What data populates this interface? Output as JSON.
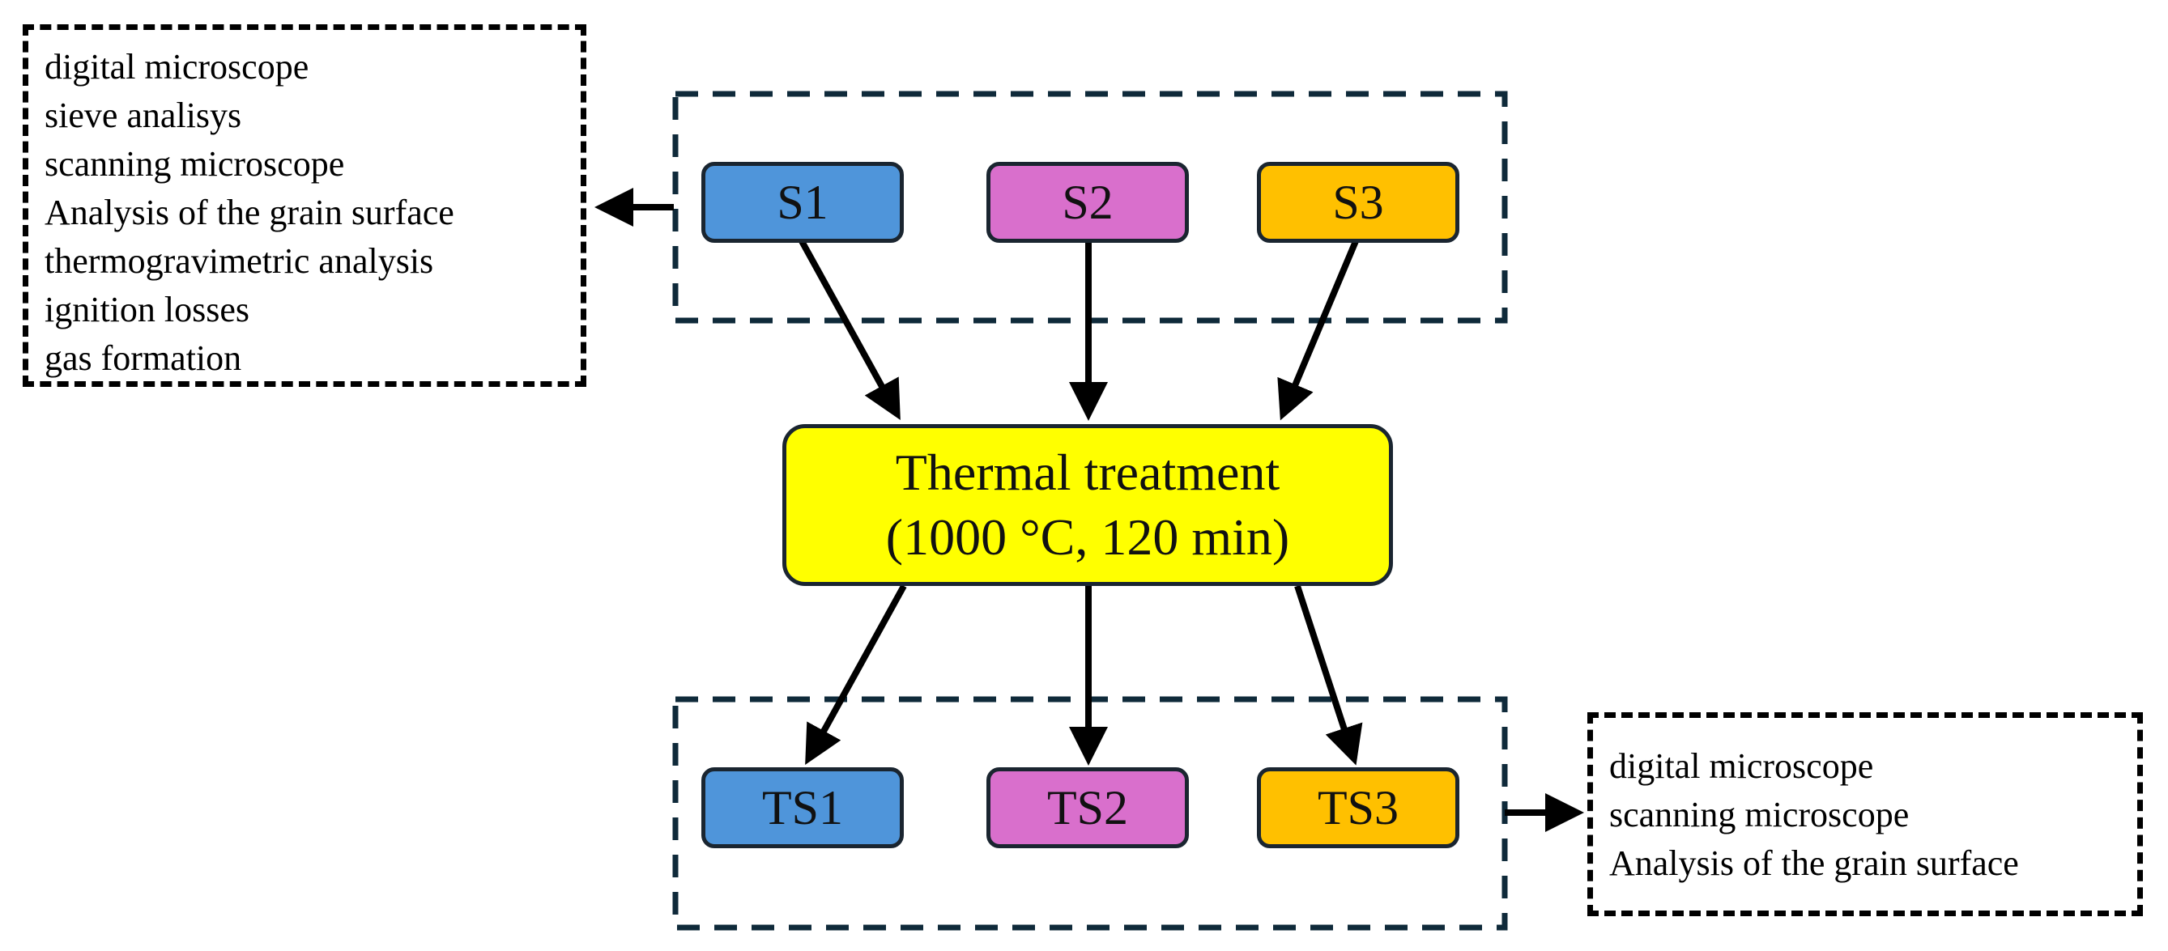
{
  "colors": {
    "s1": "#4f95da",
    "s2": "#d96fcc",
    "s3": "#ffc000",
    "treatment": "#ffff00",
    "border": "#1a2530",
    "frame": "#0f2a3a",
    "arrow": "#000000"
  },
  "raw_samples": [
    {
      "label": "S1"
    },
    {
      "label": "S2"
    },
    {
      "label": "S3"
    }
  ],
  "treated_samples": [
    {
      "label": "TS1"
    },
    {
      "label": "TS2"
    },
    {
      "label": "TS3"
    }
  ],
  "treatment": {
    "line1": "Thermal treatment",
    "line2": "(1000 °C, 120 min)"
  },
  "raw_analyses": [
    "digital microscope",
    "sieve analisys",
    "scanning microscope",
    "Analysis of the grain surface",
    "thermogravimetric analysis",
    "ignition losses",
    "gas formation"
  ],
  "treated_analyses": [
    "digital microscope",
    "scanning microscope",
    "Analysis of the grain surface"
  ]
}
